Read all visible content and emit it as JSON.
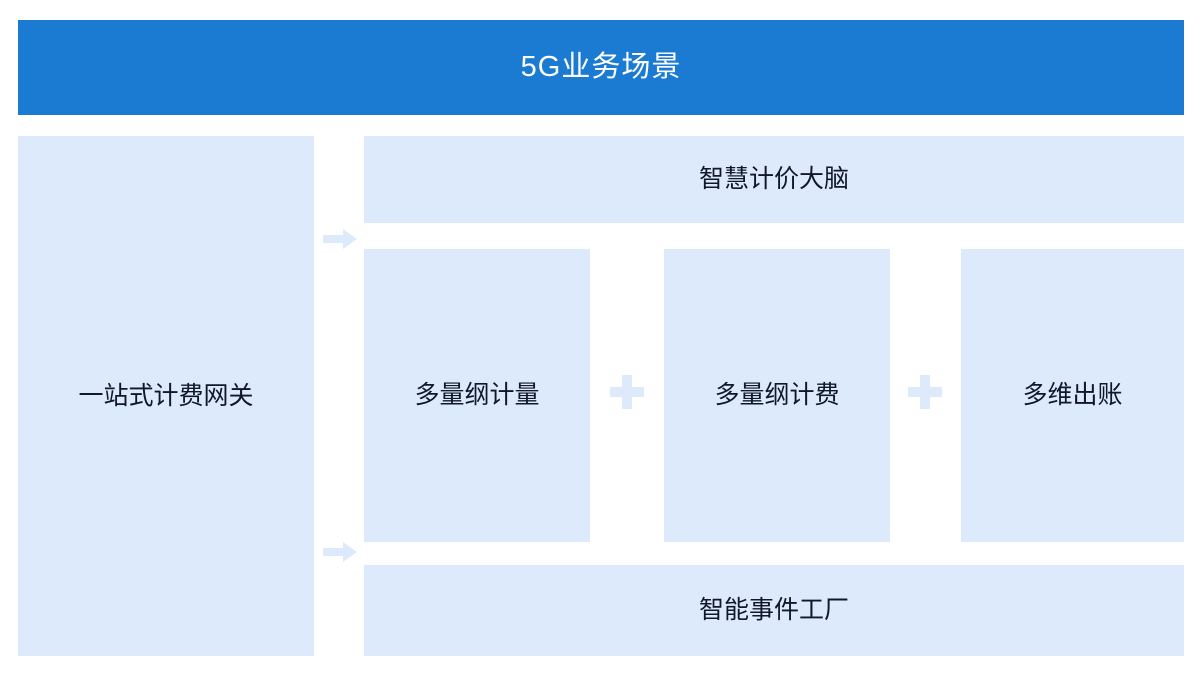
{
  "diagram": {
    "header": {
      "title": "5G业务场景",
      "background_color": "#1b7bd3",
      "text_color": "#ffffff"
    },
    "panel_color": "#dceafb",
    "label_color": "#111827",
    "gateway": {
      "label": "一站式计费网关"
    },
    "brain": {
      "label": "智慧计价大脑"
    },
    "pillars": [
      {
        "label": "多量纲计量"
      },
      {
        "label": "多量纲计费"
      },
      {
        "label": "多维出账"
      }
    ],
    "connectors": [
      {
        "name": "plus",
        "symbol": "+"
      },
      {
        "name": "plus",
        "symbol": "+"
      }
    ],
    "factory": {
      "label": "智能事件工厂"
    },
    "arrows": [
      {
        "name": "gateway-to-brain",
        "direction": "right"
      },
      {
        "name": "gateway-to-factory",
        "direction": "right"
      }
    ]
  }
}
